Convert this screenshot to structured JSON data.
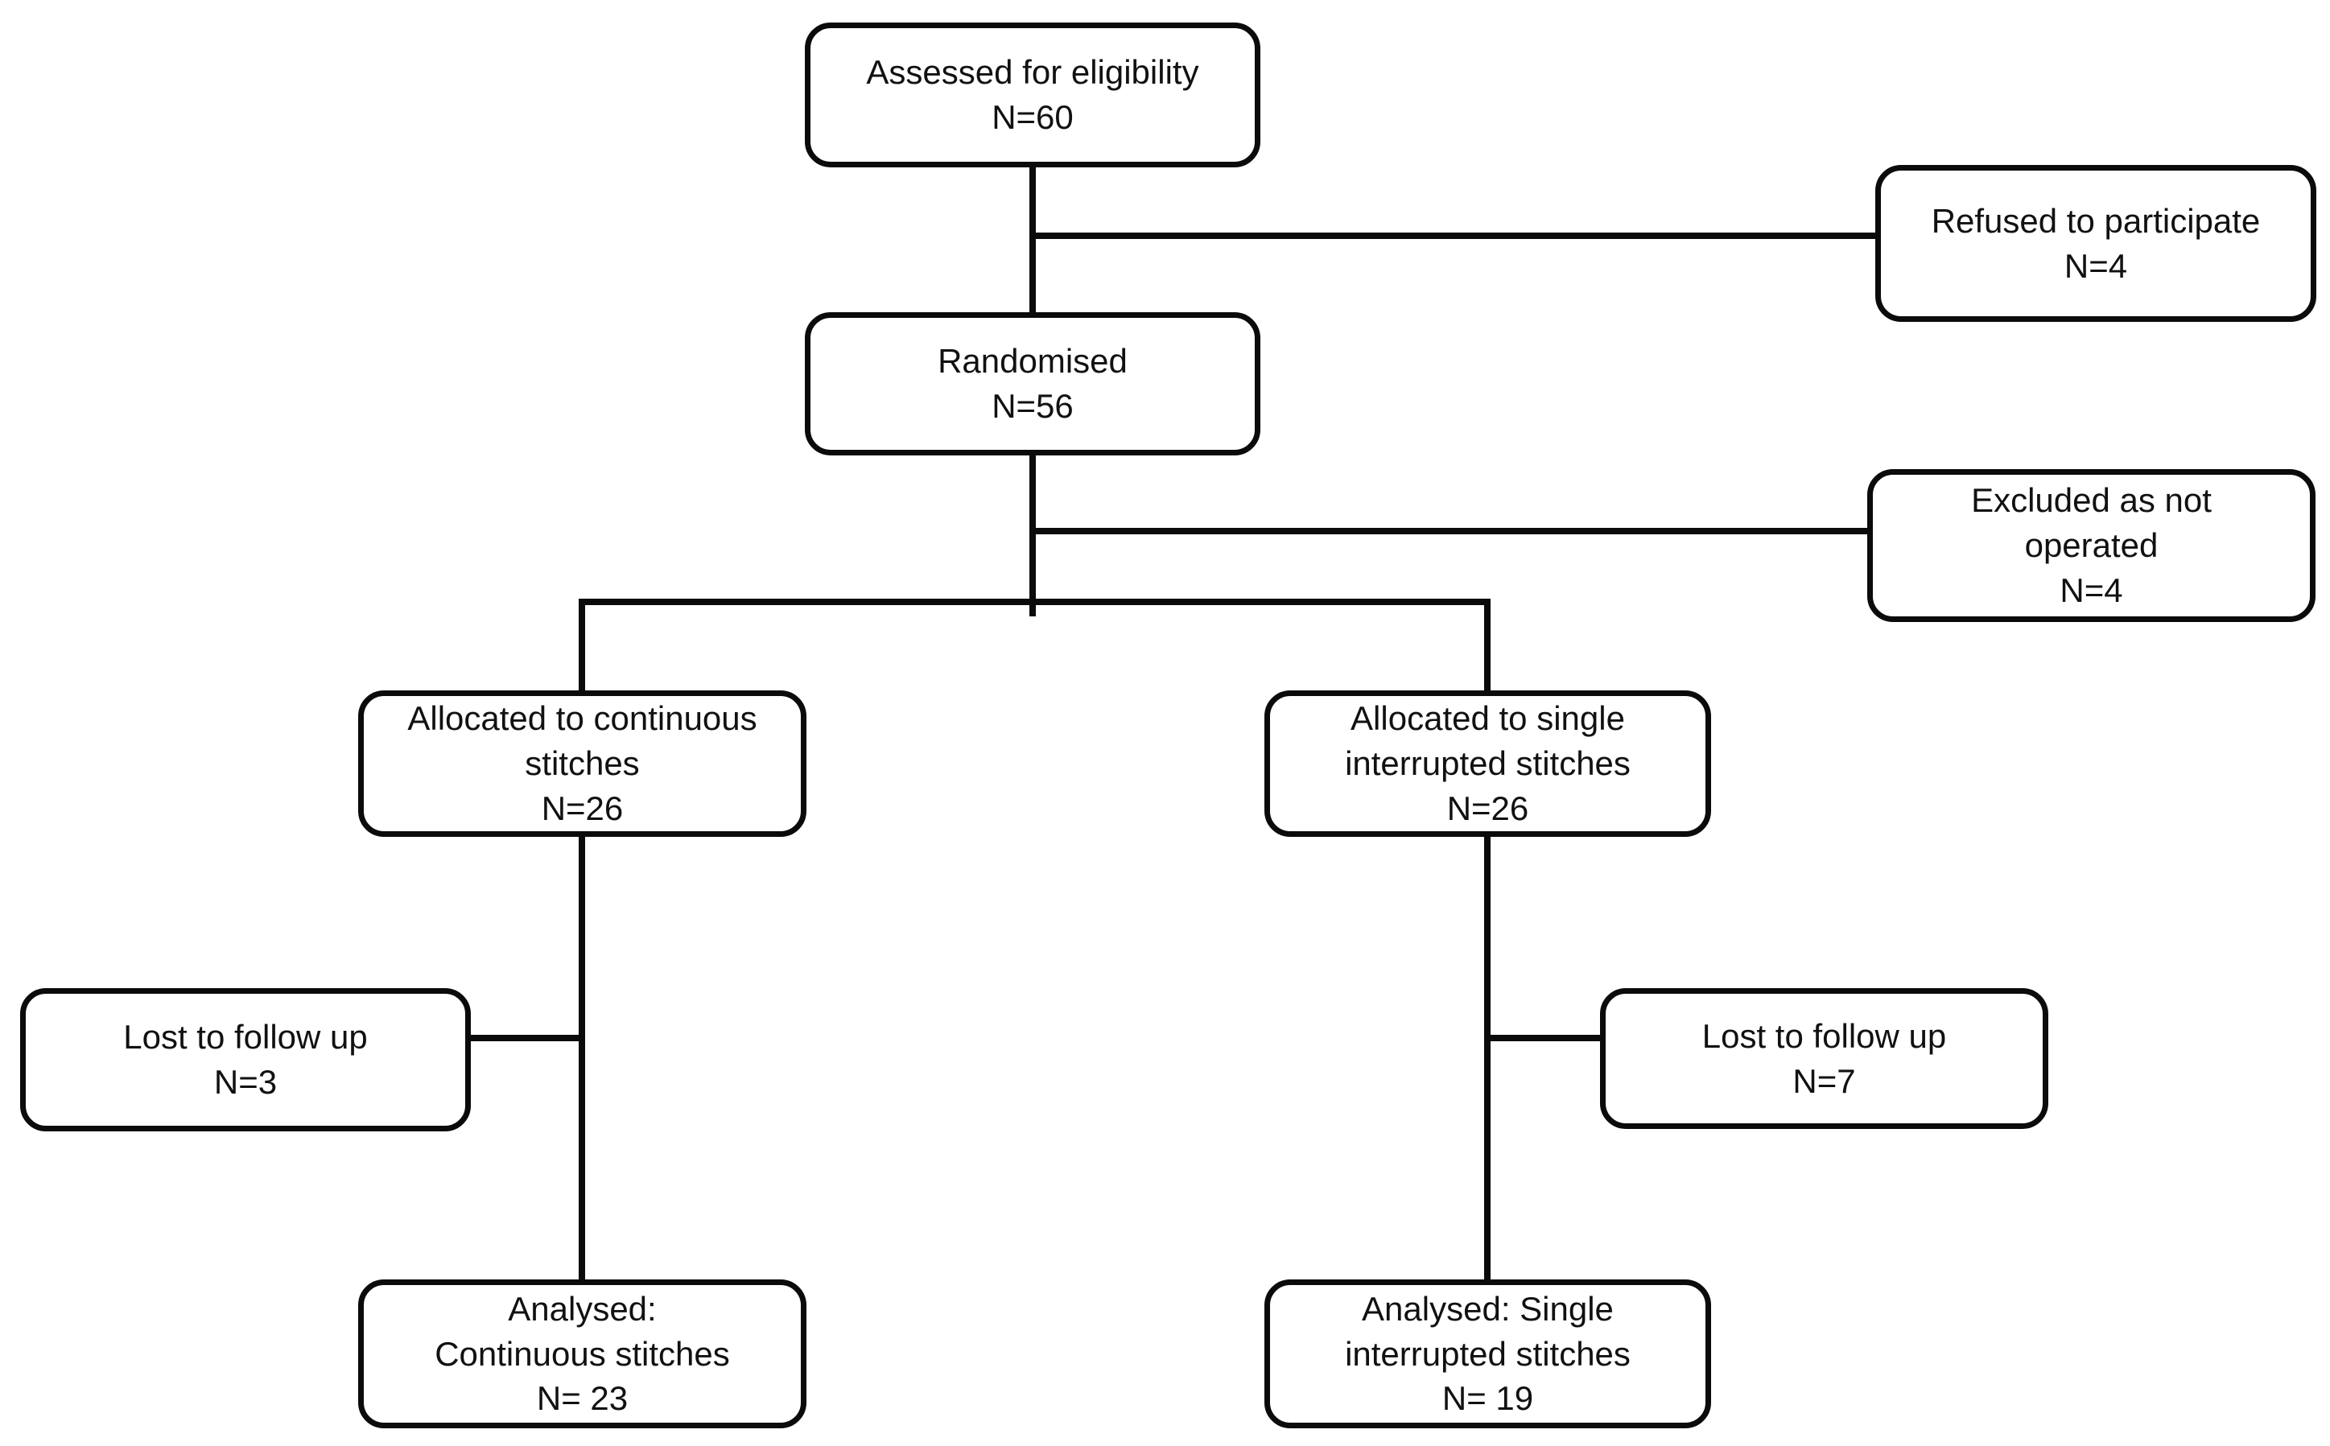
{
  "diagram_type": "participant-flow-chart",
  "colors": {
    "background": "#ffffff",
    "box_border": "#0b0b0b",
    "connector": "#0b0b0b",
    "text": "#111111"
  },
  "nodes": [
    {
      "id": "assessed",
      "label": "Assessed for eligibility\nN=60",
      "n": 60
    },
    {
      "id": "refused",
      "label": "Refused to participate\nN=4",
      "n": 4
    },
    {
      "id": "randomised",
      "label": "Randomised\nN=56",
      "n": 56
    },
    {
      "id": "excluded",
      "label": "Excluded as not\noperated\nN=4",
      "n": 4
    },
    {
      "id": "alloc-continuous",
      "label": "Allocated to continuous\nstitches\nN=26",
      "n": 26
    },
    {
      "id": "alloc-interrupted",
      "label": "Allocated to single\ninterrupted stitches\nN=26",
      "n": 26
    },
    {
      "id": "lost-continuous",
      "label": "Lost to follow up\nN=3",
      "n": 3
    },
    {
      "id": "lost-interrupted",
      "label": "Lost to follow up\nN=7",
      "n": 7
    },
    {
      "id": "analysed-continuous",
      "label": "Analysed:\nContinuous stitches\nN= 23",
      "n": 23
    },
    {
      "id": "analysed-interrupted",
      "label": "Analysed: Single\ninterrupted stitches\nN= 19",
      "n": 19
    }
  ],
  "edges": [
    {
      "from": "assessed",
      "to": "randomised"
    },
    {
      "from": "assessed",
      "to": "refused"
    },
    {
      "from": "randomised",
      "to": "excluded"
    },
    {
      "from": "randomised",
      "to": "alloc-continuous"
    },
    {
      "from": "randomised",
      "to": "alloc-interrupted"
    },
    {
      "from": "alloc-continuous",
      "to": "lost-continuous"
    },
    {
      "from": "alloc-continuous",
      "to": "analysed-continuous"
    },
    {
      "from": "alloc-interrupted",
      "to": "lost-interrupted"
    },
    {
      "from": "alloc-interrupted",
      "to": "analysed-interrupted"
    }
  ]
}
